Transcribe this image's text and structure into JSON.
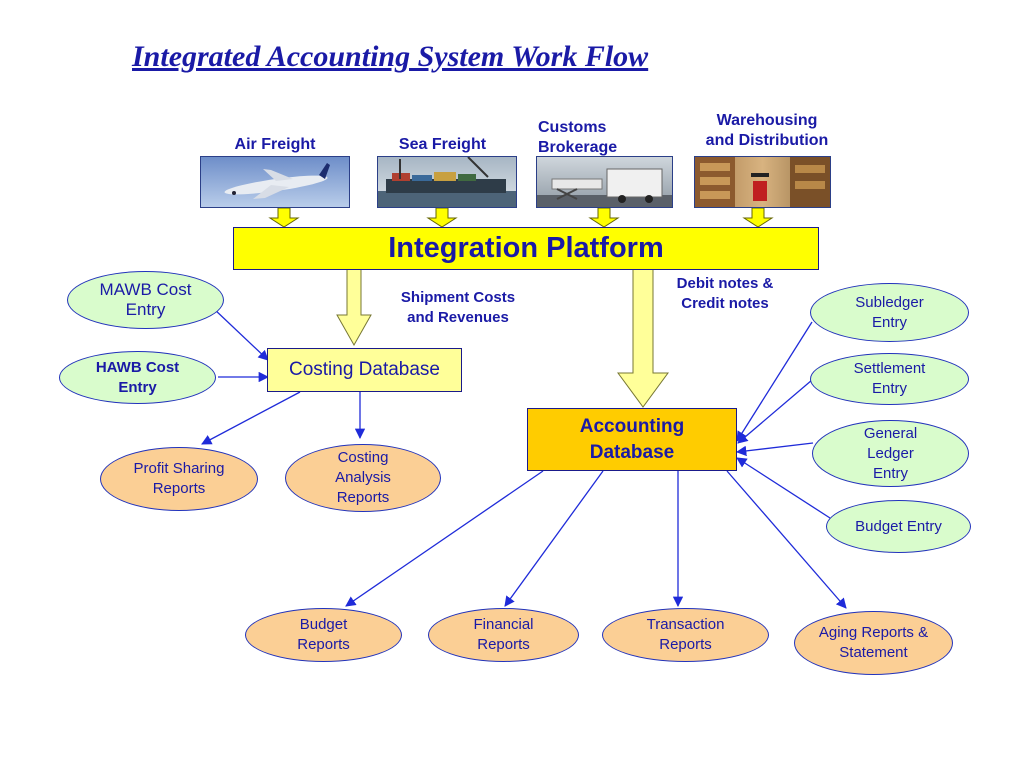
{
  "title": "Integrated Accounting System Work Flow",
  "sources": [
    {
      "label": "Air Freight",
      "image": "airplane-photo"
    },
    {
      "label": "Sea Freight",
      "image": "container-ship-photo"
    },
    {
      "label": "Customs\n  Brokerage",
      "image": "customs-truck-photo"
    },
    {
      "label": "Warehousing\nand Distribution",
      "image": "warehouse-photo"
    }
  ],
  "platform": {
    "label": "Integration Platform"
  },
  "costing_db": {
    "label": "Costing Database"
  },
  "accounting_db": {
    "label": "Accounting\nDatabase"
  },
  "flow_labels": {
    "shipment": "Shipment Costs\n and Revenues",
    "notes": "Debit notes &\n Credit notes"
  },
  "cost_entries": [
    {
      "label": "MAWB Cost\nEntry"
    },
    {
      "label": "HAWB Cost\nEntry"
    }
  ],
  "costing_reports": [
    {
      "label": "Profit Sharing\nReports"
    },
    {
      "label": "Costing\nAnalysis\n Reports"
    }
  ],
  "accounting_entries": [
    {
      "label": "Subledger\nEntry"
    },
    {
      "label": "Settlement\nEntry"
    },
    {
      "label": "General\nLedger\nEntry"
    },
    {
      "label": "Budget Entry"
    }
  ],
  "accounting_reports": [
    {
      "label": "Budget\nReports"
    },
    {
      "label": "Financial\nReports"
    },
    {
      "label": "Transaction\nReports"
    },
    {
      "label": "Aging Reports &\nStatement"
    }
  ],
  "colors": {
    "text": "#1a1aa6",
    "platform_fill": "#ffff00",
    "costing_fill": "#ffff99",
    "accounting_fill": "#ffcc00",
    "entry_fill": "#d9fccc",
    "report_fill": "#fbcf95",
    "connector": "#1f2bd9"
  }
}
